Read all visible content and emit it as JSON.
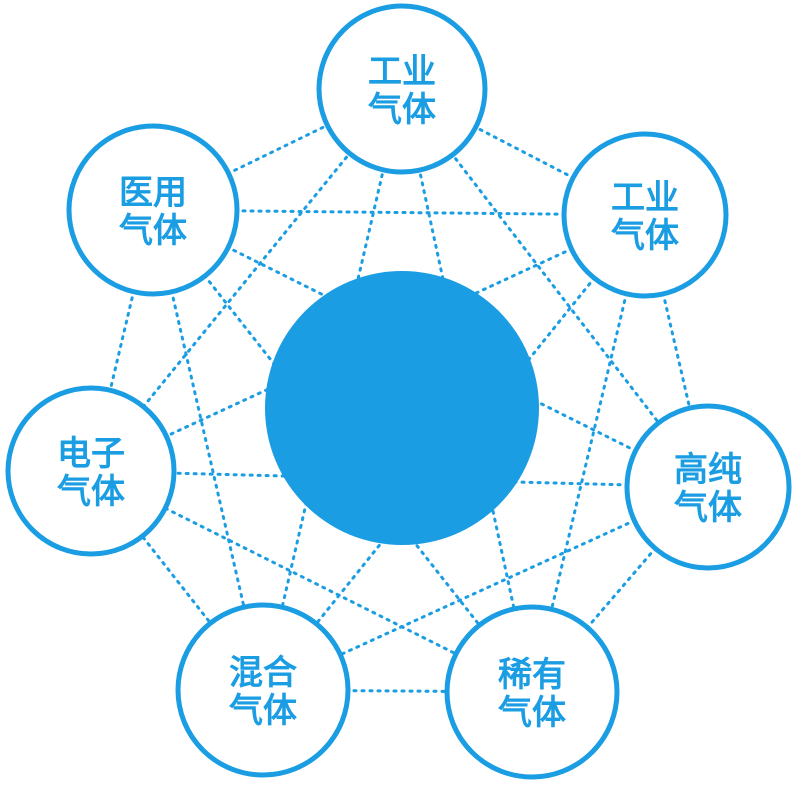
{
  "diagram": {
    "title": "gas-products-network",
    "accent_color": "#1a9de2",
    "background_color": "#ffffff",
    "center_node": {
      "shape": "filled-circle",
      "label": ""
    },
    "connection_style": "dotted",
    "connections": "all-outer-pairs",
    "nodes": [
      {
        "id": "top",
        "label_lines": [
          "工业",
          "气体"
        ]
      },
      {
        "id": "top-right",
        "label_lines": [
          "工业",
          "气体"
        ]
      },
      {
        "id": "right",
        "label_lines": [
          "高纯",
          "气体"
        ]
      },
      {
        "id": "bottom-right",
        "label_lines": [
          "稀有",
          "气体"
        ]
      },
      {
        "id": "bottom-left",
        "label_lines": [
          "混合",
          "气体"
        ]
      },
      {
        "id": "left",
        "label_lines": [
          "电子",
          "气体"
        ]
      },
      {
        "id": "top-left",
        "label_lines": [
          "医用",
          "气体"
        ]
      }
    ]
  }
}
